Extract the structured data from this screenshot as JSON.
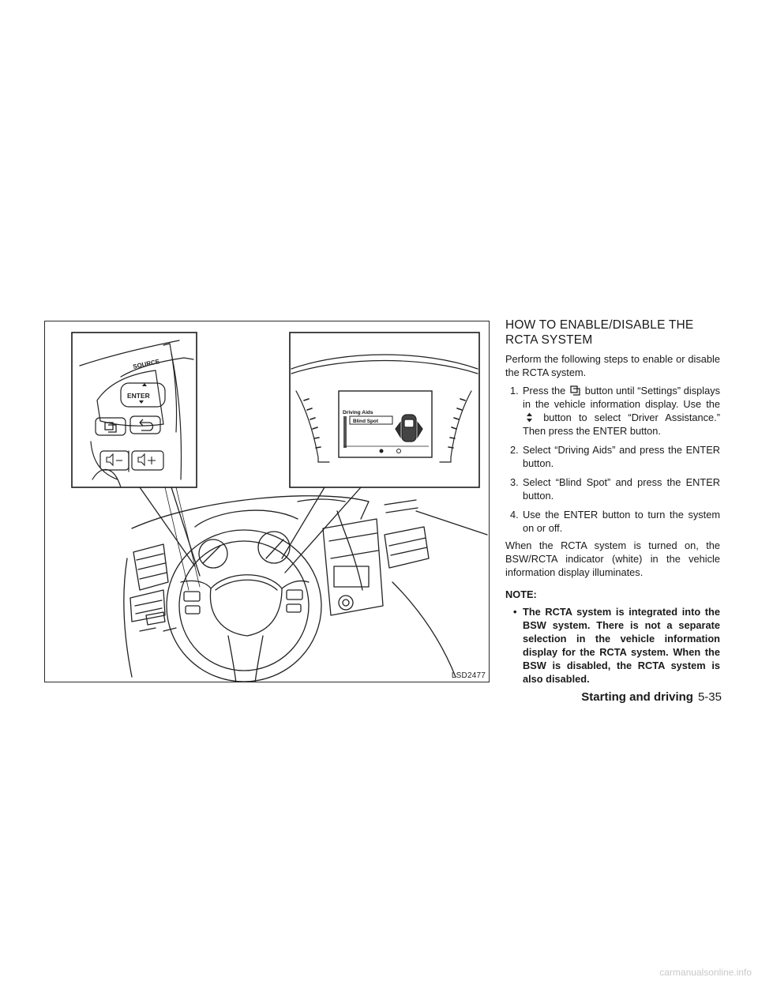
{
  "figure": {
    "id": "LSD2477",
    "controls": {
      "source": "SOURCE",
      "enter": "ENTER"
    },
    "display": {
      "menu": "Driving Aids",
      "item": "Blind Spot"
    }
  },
  "section": {
    "title_line1": "HOW TO ENABLE/DISABLE THE",
    "title_line2": "RCTA SYSTEM",
    "intro": "Perform the following steps to enable or disable the RCTA system.",
    "step1": {
      "num": "1.",
      "a": "Press the",
      "b": "button until “Settings” displays in the vehicle information display. Use the",
      "c": "button to select “Driver Assistance.” Then press the ENTER button."
    },
    "step2": {
      "num": "2.",
      "text": "Select “Driving Aids” and press the ENTER button."
    },
    "step3": {
      "num": "3.",
      "text": "Select “Blind Spot” and press the ENTER button."
    },
    "step4": {
      "num": "4.",
      "text": "Use the ENTER button to turn the system on or off."
    },
    "after": "When the RCTA system is turned on, the BSW/RCTA indicator (white) in the vehicle information display illuminates.",
    "note_label": "NOTE:",
    "note_bullet": "•",
    "note": "The RCTA system is integrated into the BSW system. There is not a separate selection in the vehicle information display for the RCTA system. When the BSW is disabled, the RCTA system is also disabled."
  },
  "footer": {
    "section": "Starting and driving",
    "page": "5-35"
  },
  "watermark": "carmanualsonline.info",
  "icons": [
    "menu-icon",
    "up-down-arrow-icon",
    "back-icon",
    "volume-icon"
  ]
}
